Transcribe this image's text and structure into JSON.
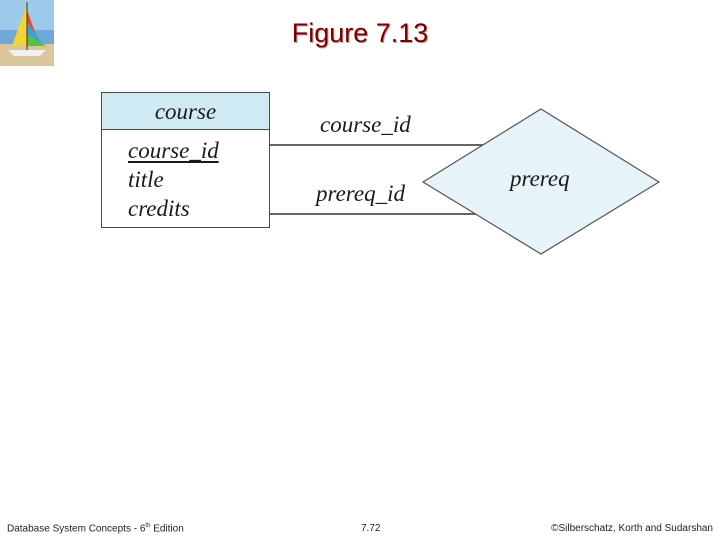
{
  "slide": {
    "title": "Figure 7.13"
  },
  "entity": {
    "name": "course",
    "attributes": [
      {
        "name": "course_id",
        "primary_key": true
      },
      {
        "name": "title",
        "primary_key": false
      },
      {
        "name": "credits",
        "primary_key": false
      }
    ]
  },
  "relationship": {
    "name": "prereq",
    "roles": [
      "course_id",
      "prereq_id"
    ]
  },
  "footer": {
    "left_prefix": "Database System Concepts - 6",
    "left_sup": "th",
    "left_suffix": " Edition",
    "center": "7.72",
    "right": "©Silberschatz, Korth and Sudarshan"
  },
  "colors": {
    "entity_header": "#cfeaf3",
    "relationship_fill": "#e6f3f9",
    "title": "#7a0000"
  }
}
